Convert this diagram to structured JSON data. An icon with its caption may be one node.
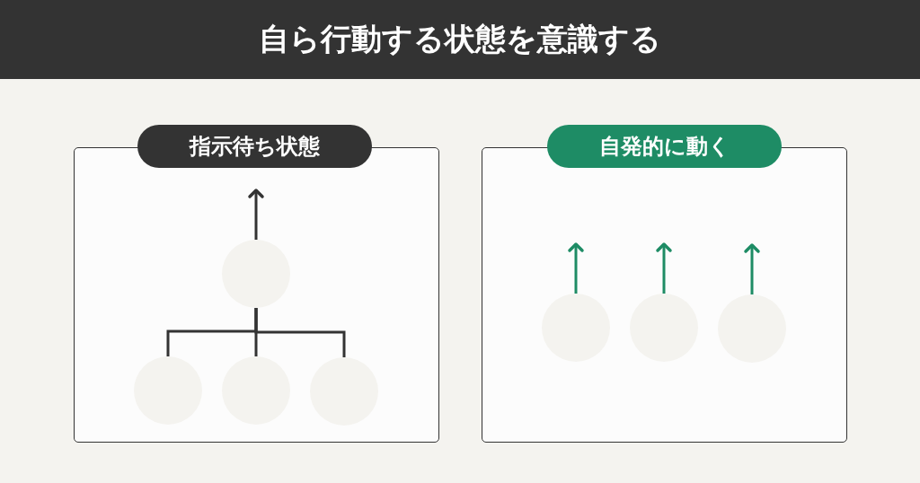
{
  "diagram": {
    "title": "自ら行動する状態を意識する",
    "nodes": [
      {
        "text": [
          "指示待ち状態"
        ]
      },
      {
        "text": [],
        "shape": "circle",
        "in": 0
      },
      {
        "text": [],
        "shape": "circle",
        "in": 0
      },
      {
        "text": [],
        "shape": "circle",
        "in": 0
      },
      {
        "text": [],
        "shape": "circle",
        "in": 0
      },
      {
        "text": [
          "自発的に動く"
        ]
      },
      {
        "text": [],
        "shape": "circle",
        "in": 5
      },
      {
        "text": [],
        "shape": "circle",
        "in": 5
      },
      {
        "text": [],
        "shape": "circle",
        "in": 5
      }
    ],
    "edges": [
      {
        "from": 1,
        "to": null,
        "arrow": "to"
      },
      {
        "from": 1,
        "to": 2,
        "arrow": "none"
      },
      {
        "from": 1,
        "to": 3,
        "arrow": "none"
      },
      {
        "from": 1,
        "to": 4,
        "arrow": "none"
      },
      {
        "from": 6,
        "to": null,
        "arrow": "to",
        "color": "#1e8c65"
      },
      {
        "from": 7,
        "to": null,
        "arrow": "to",
        "color": "#1e8c65"
      },
      {
        "from": 8,
        "to": null,
        "arrow": "to",
        "color": "#1e8c65"
      }
    ]
  }
}
